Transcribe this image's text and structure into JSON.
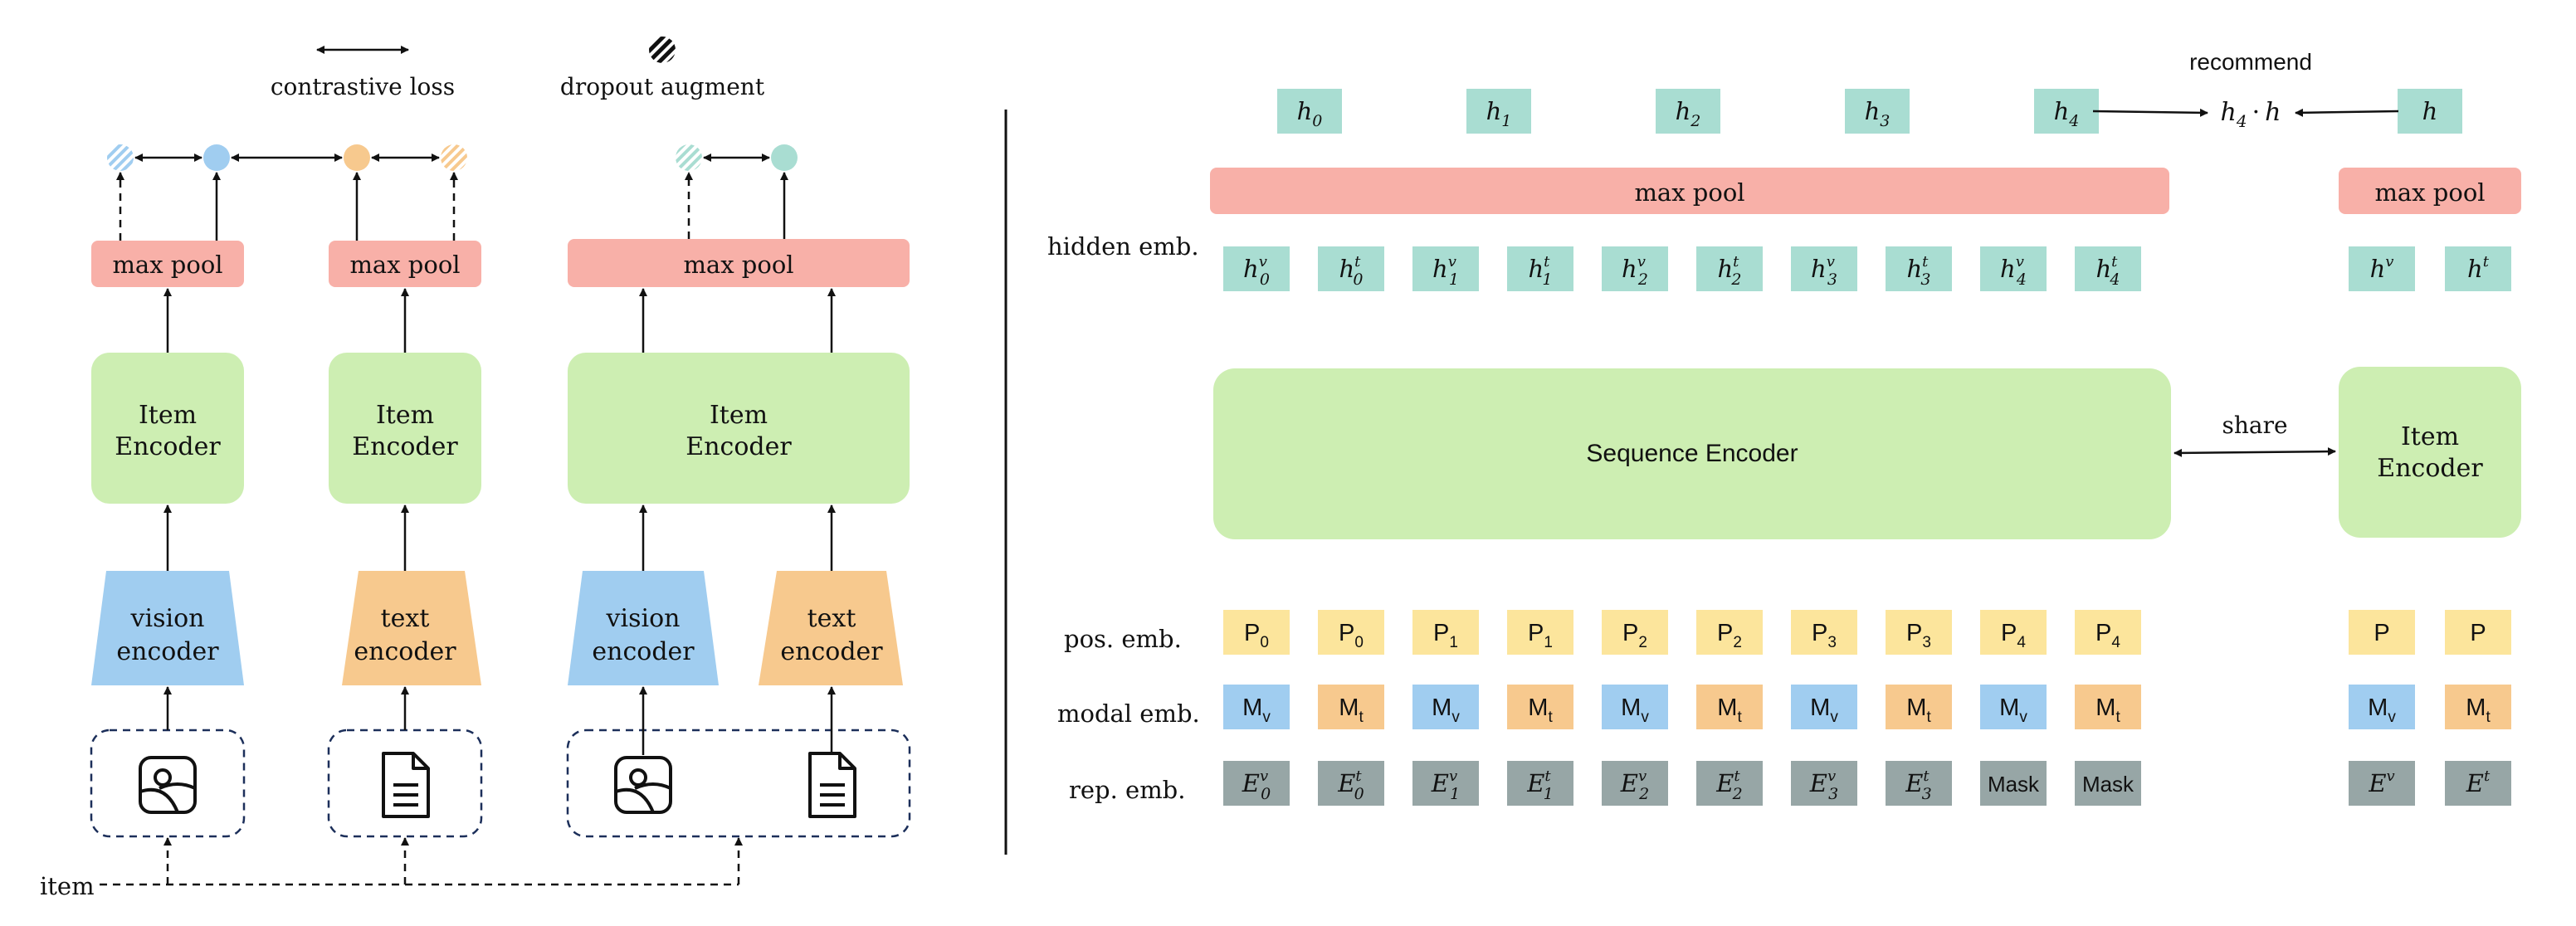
{
  "colors": {
    "pink": "#f8b0a8",
    "green": "#cdeeb2",
    "blue": "#a0cdf0",
    "orange": "#f7c98e",
    "yellow": "#fce59c",
    "teal": "#a9ddd2",
    "gray": "#97a6a6",
    "line": "#111111",
    "dash": "#1c2f5a"
  },
  "legend": {
    "contrastive": "contrastive loss",
    "dropout": "dropout augment"
  },
  "left": {
    "max_pool": "max pool",
    "item_encoder": [
      "Item",
      "Encoder"
    ],
    "vision_encoder": [
      "vision",
      "encoder"
    ],
    "text_encoder": [
      "text",
      "encoder"
    ],
    "item_label": "item"
  },
  "right": {
    "recommend": "recommend",
    "outputs": [
      {
        "base": "h",
        "sub": "0"
      },
      {
        "base": "h",
        "sub": "1"
      },
      {
        "base": "h",
        "sub": "2"
      },
      {
        "base": "h",
        "sub": "3"
      },
      {
        "base": "h",
        "sub": "4"
      }
    ],
    "dot_product": {
      "a": "h",
      "a_sub": "4",
      "op": "·",
      "b": "h"
    },
    "target": {
      "base": "h"
    },
    "max_pool": "max pool",
    "hidden_label": "hidden emb.",
    "hidden": [
      {
        "base": "h",
        "sub": "0",
        "sup": "v"
      },
      {
        "base": "h",
        "sub": "0",
        "sup": "t"
      },
      {
        "base": "h",
        "sub": "1",
        "sup": "v"
      },
      {
        "base": "h",
        "sub": "1",
        "sup": "t"
      },
      {
        "base": "h",
        "sub": "2",
        "sup": "v"
      },
      {
        "base": "h",
        "sub": "2",
        "sup": "t"
      },
      {
        "base": "h",
        "sub": "3",
        "sup": "v"
      },
      {
        "base": "h",
        "sub": "3",
        "sup": "t"
      },
      {
        "base": "h",
        "sub": "4",
        "sup": "v"
      },
      {
        "base": "h",
        "sub": "4",
        "sup": "t"
      }
    ],
    "hidden_item": [
      {
        "base": "h",
        "sup": "v"
      },
      {
        "base": "h",
        "sup": "t"
      }
    ],
    "sequence_encoder": "Sequence Encoder",
    "share": "share",
    "item_encoder": [
      "Item",
      "Encoder"
    ],
    "pos_label": "pos. emb.",
    "pos": [
      {
        "base": "P",
        "sub": "0"
      },
      {
        "base": "P",
        "sub": "0"
      },
      {
        "base": "P",
        "sub": "1"
      },
      {
        "base": "P",
        "sub": "1"
      },
      {
        "base": "P",
        "sub": "2"
      },
      {
        "base": "P",
        "sub": "2"
      },
      {
        "base": "P",
        "sub": "3"
      },
      {
        "base": "P",
        "sub": "3"
      },
      {
        "base": "P",
        "sub": "4"
      },
      {
        "base": "P",
        "sub": "4"
      }
    ],
    "pos_item": [
      {
        "base": "P"
      },
      {
        "base": "P"
      }
    ],
    "modal_label": "modal emb.",
    "modal": [
      {
        "base": "M",
        "sub": "v",
        "kind": "vision"
      },
      {
        "base": "M",
        "sub": "t",
        "kind": "text"
      },
      {
        "base": "M",
        "sub": "v",
        "kind": "vision"
      },
      {
        "base": "M",
        "sub": "t",
        "kind": "text"
      },
      {
        "base": "M",
        "sub": "v",
        "kind": "vision"
      },
      {
        "base": "M",
        "sub": "t",
        "kind": "text"
      },
      {
        "base": "M",
        "sub": "v",
        "kind": "vision"
      },
      {
        "base": "M",
        "sub": "t",
        "kind": "text"
      },
      {
        "base": "M",
        "sub": "v",
        "kind": "vision"
      },
      {
        "base": "M",
        "sub": "t",
        "kind": "text"
      }
    ],
    "modal_item": [
      {
        "base": "M",
        "sub": "v",
        "kind": "vision"
      },
      {
        "base": "M",
        "sub": "t",
        "kind": "text"
      }
    ],
    "rep_label": "rep. emb.",
    "rep": [
      {
        "base": "E",
        "sub": "0",
        "sup": "v"
      },
      {
        "base": "E",
        "sub": "0",
        "sup": "t"
      },
      {
        "base": "E",
        "sub": "1",
        "sup": "v"
      },
      {
        "base": "E",
        "sub": "1",
        "sup": "t"
      },
      {
        "base": "E",
        "sub": "2",
        "sup": "v"
      },
      {
        "base": "E",
        "sub": "2",
        "sup": "t"
      },
      {
        "base": "E",
        "sub": "3",
        "sup": "v"
      },
      {
        "base": "E",
        "sub": "3",
        "sup": "t"
      },
      {
        "plain": "Mask"
      },
      {
        "plain": "Mask"
      }
    ],
    "rep_item": [
      {
        "base": "E",
        "sup": "v"
      },
      {
        "base": "E",
        "sup": "t"
      }
    ]
  }
}
